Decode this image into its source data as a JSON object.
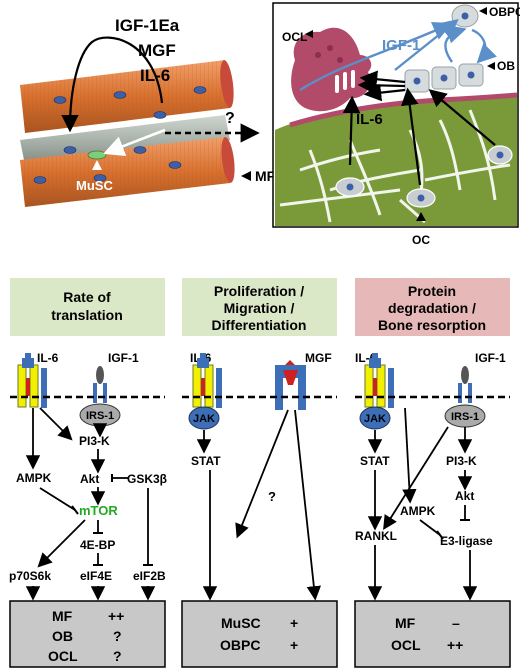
{
  "muscle": {
    "factors": [
      "IGF-1Ea",
      "MGF",
      "IL-6"
    ],
    "question": "?",
    "musc_label": "MuSC",
    "mf_label": "MF"
  },
  "bone": {
    "ocl_label": "OCL",
    "obpc_label": "OBPC",
    "ob_label": "OB",
    "oc_label": "OC",
    "igf_label": "IGF-1",
    "il6_label": "IL-6"
  },
  "panels": [
    {
      "header": [
        "Rate of",
        "translation"
      ],
      "header_color": "#dbe8c8",
      "receptors": [
        "IL-6",
        "IGF-1"
      ],
      "nodes": {
        "irs1": "IRS-1",
        "pi3k": "PI3-K",
        "ampk": "AMPK",
        "akt": "Akt",
        "gsk": "GSK3β",
        "mtor": "mTOR",
        "ebp": "4E-BP",
        "p70": "p70S6k",
        "eif4e": "eIF4E",
        "eif2b": "eIF2B"
      },
      "results": [
        {
          "cell": "MF",
          "effect": "++"
        },
        {
          "cell": "OB",
          "effect": "?"
        },
        {
          "cell": "OCL",
          "effect": "?"
        }
      ]
    },
    {
      "header": [
        "Proliferation /",
        "Migration /",
        "Differentiation"
      ],
      "header_color": "#dbe8c8",
      "receptors": [
        "IL-6",
        "MGF"
      ],
      "nodes": {
        "jak": "JAK",
        "stat": "STAT",
        "question": "?"
      },
      "results": [
        {
          "cell": "MuSC",
          "effect": "+"
        },
        {
          "cell": "OBPC",
          "effect": "+"
        }
      ]
    },
    {
      "header": [
        "Protein",
        "degradation /",
        "Bone resorption"
      ],
      "header_color": "#e6b8b8",
      "receptors": [
        "IL-6",
        "IGF-1"
      ],
      "nodes": {
        "jak": "JAK",
        "irs1": "IRS-1",
        "stat": "STAT",
        "pi3k": "PI3-K",
        "ampk": "AMPK",
        "akt": "Akt",
        "rankl": "RANKL",
        "e3": "E3-ligase"
      },
      "results": [
        {
          "cell": "MF",
          "effect": "–"
        },
        {
          "cell": "OCL",
          "effect": "++"
        }
      ]
    }
  ],
  "colors": {
    "green_header": "#dbe8c8",
    "red_header": "#e6b8b8",
    "result_box": "#c8c8c8",
    "mtor_text": "#22aa22",
    "igf_arrow": "#5b8fc9",
    "bone_green": "#7a9a3a",
    "osteoclast": "#b24a6a",
    "muscle_orange": "#e27a3a"
  }
}
